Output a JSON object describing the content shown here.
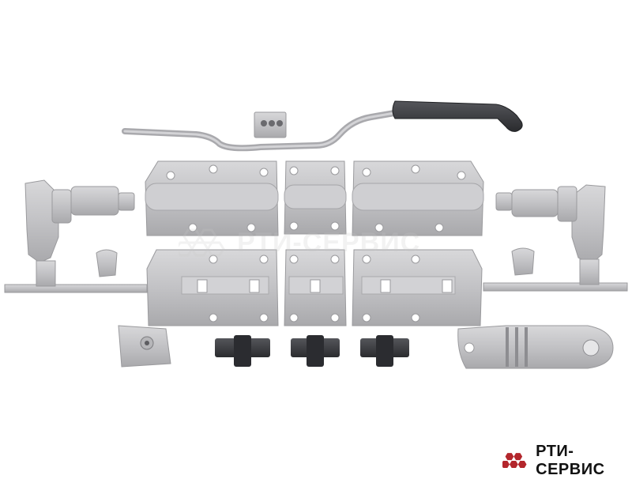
{
  "image": {
    "description_kind": "product-photo",
    "background_color": "#ffffff",
    "metal_color": "#c4c4c6",
    "metal_dark": "#9a9a9d",
    "rubber_color": "#3a3b3f"
  },
  "watermark": {
    "text": "РТИ-СЕРВИС",
    "logo_icon": "honeycomb-logo-icon"
  },
  "brand": {
    "text": "РТИ-СЕРВИС",
    "logo_icon": "honeycomb-logo-icon",
    "logo_color": "#b3262c"
  }
}
